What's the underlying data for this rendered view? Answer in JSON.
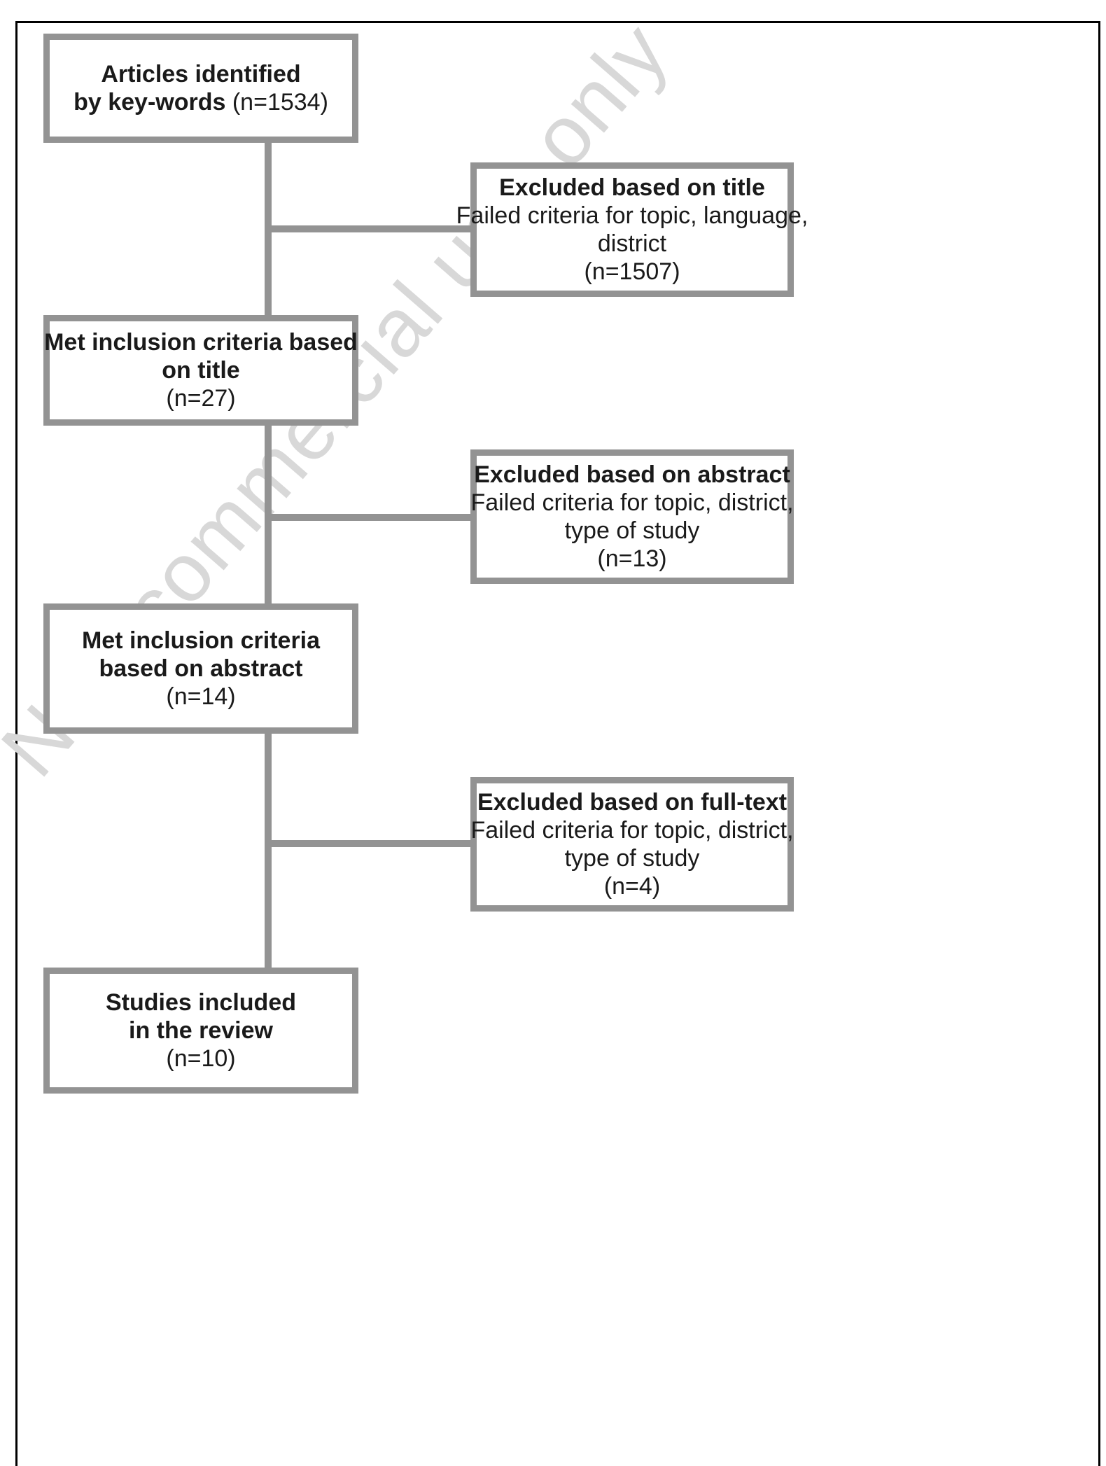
{
  "figure": {
    "type": "prisma-flow-diagram",
    "watermark": "Non-commercial use only",
    "colors": {
      "box_border": "#939393",
      "connector": "#939393",
      "page_frame": "#000000",
      "text": "#1a1a1a",
      "watermark": "#d8d8d8",
      "background": "#ffffff"
    }
  },
  "nodes": {
    "identified": {
      "line1_bold": "Articles identified",
      "line2_bold": "by key-words",
      "line2_count": " (n=1534)"
    },
    "excluded_title": {
      "heading": "Excluded based on title",
      "reason_line1": "Failed criteria for topic, language,",
      "reason_line2": "district",
      "count": "(n=1507)"
    },
    "met_title": {
      "line1": "Met inclusion criteria based",
      "line2": "on title",
      "count": "(n=27)"
    },
    "excluded_abstract": {
      "heading": "Excluded based on abstract",
      "reason_line1": "Failed criteria for topic, district,",
      "reason_line2": "type of study",
      "count": "(n=13)"
    },
    "met_abstract": {
      "line1": "Met inclusion criteria",
      "line2": "based on abstract",
      "count": "(n=14)"
    },
    "excluded_fulltext": {
      "heading": "Excluded based on full-text",
      "reason_line1": "Failed criteria for topic, district,",
      "reason_line2": "type of study",
      "count": "(n=4)"
    },
    "included": {
      "line1": "Studies included",
      "line2": "in the review",
      "count": "(n=10)"
    }
  },
  "chart_data": {
    "type": "flowchart",
    "title": "Study selection flow diagram",
    "stages": [
      {
        "id": "identified",
        "label": "Articles identified by key-words",
        "n": 1534
      },
      {
        "id": "excluded_title",
        "label": "Excluded based on title",
        "n": 1507
      },
      {
        "id": "met_title",
        "label": "Met inclusion criteria based on title",
        "n": 27
      },
      {
        "id": "excluded_abstract",
        "label": "Excluded based on abstract",
        "n": 13
      },
      {
        "id": "met_abstract",
        "label": "Met inclusion criteria based on abstract",
        "n": 14
      },
      {
        "id": "excluded_fulltext",
        "label": "Excluded based on full-text",
        "n": 4
      },
      {
        "id": "included",
        "label": "Studies included in the review",
        "n": 10
      }
    ],
    "edges": [
      {
        "from": "identified",
        "to": "excluded_title"
      },
      {
        "from": "identified",
        "to": "met_title"
      },
      {
        "from": "met_title",
        "to": "excluded_abstract"
      },
      {
        "from": "met_title",
        "to": "met_abstract"
      },
      {
        "from": "met_abstract",
        "to": "excluded_fulltext"
      },
      {
        "from": "met_abstract",
        "to": "included"
      }
    ]
  }
}
